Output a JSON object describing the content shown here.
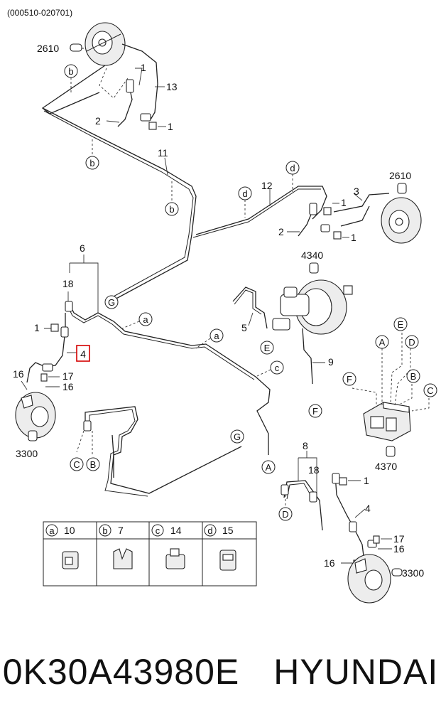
{
  "diagram": {
    "serial_range": "(000510-020701)",
    "part_numbers": [
      "1",
      "2",
      "3",
      "4",
      "5",
      "6",
      "8",
      "9",
      "11",
      "12",
      "13",
      "16",
      "17",
      "18"
    ],
    "ref_numbers": [
      "2610",
      "3300",
      "4340",
      "4370"
    ],
    "circle_labels": [
      "a",
      "b",
      "c",
      "d",
      "A",
      "B",
      "C",
      "D",
      "E",
      "F",
      "G"
    ],
    "highlighted_part": "4",
    "legend": [
      {
        "letter": "a",
        "number": "10"
      },
      {
        "letter": "b",
        "number": "7"
      },
      {
        "letter": "c",
        "number": "14"
      },
      {
        "letter": "d",
        "number": "15"
      }
    ]
  },
  "footer": {
    "part_code": "0K30A43980E",
    "brand": "HYUNDAI"
  },
  "colors": {
    "highlight": "#d40000",
    "line": "#222222"
  }
}
